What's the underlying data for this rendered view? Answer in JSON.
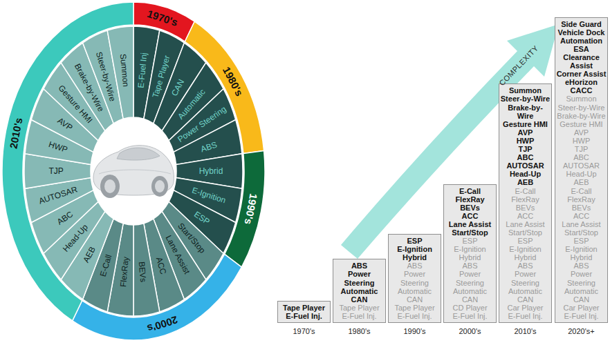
{
  "diagram": {
    "nodes": [
      {
        "text": [
          "1970's"
        ]
      },
      {
        "text": [
          "1980's"
        ]
      },
      {
        "text": [
          "1990's"
        ]
      },
      {
        "text": [
          "2000's"
        ]
      },
      {
        "text": [
          "2010's"
        ]
      },
      {
        "text": [
          "E-Fuel Inj"
        ]
      },
      {
        "text": [
          "Tape Player"
        ]
      },
      {
        "text": [
          "CAN"
        ]
      },
      {
        "text": [
          "Automatic"
        ]
      },
      {
        "text": [
          "Power Steering"
        ]
      },
      {
        "text": [
          "ABS"
        ]
      },
      {
        "text": [
          "Hybrid"
        ]
      },
      {
        "text": [
          "E-Ignition"
        ]
      },
      {
        "text": [
          "ESP"
        ]
      },
      {
        "text": [
          "Start/Stop"
        ]
      },
      {
        "text": [
          "Lane Assist"
        ]
      },
      {
        "text": [
          "ACC"
        ]
      },
      {
        "text": [
          "BEVs"
        ]
      },
      {
        "text": [
          "FlexRay"
        ]
      },
      {
        "text": [
          "E-Call"
        ]
      },
      {
        "text": [
          "AEB"
        ]
      },
      {
        "text": [
          "Head-Up"
        ]
      },
      {
        "text": [
          "ABC"
        ]
      },
      {
        "text": [
          "AUTOSAR"
        ]
      },
      {
        "text": [
          "TJP"
        ]
      },
      {
        "text": [
          "HWP"
        ]
      },
      {
        "text": [
          "AVP"
        ]
      },
      {
        "text": [
          "Gesture HMI"
        ]
      },
      {
        "text": [
          "Brake-by-Wire"
        ]
      },
      {
        "text": [
          "Steer-by-Wire"
        ]
      },
      {
        "text": [
          "Summon"
        ]
      },
      {
        "text": [
          "Tape Player",
          "E-Fuel Inj."
        ]
      },
      {
        "text": [
          "ABS",
          "Power Steering",
          "Automatic",
          "CAN",
          "Tape Player",
          "E-Fuel Inj."
        ]
      },
      {
        "text": [
          "ESP",
          "E-Ignition",
          "Hybrid",
          "ABS",
          "Power Steering",
          "Automatic",
          "CAN",
          "Tape Player",
          "E-Fuel Inj."
        ]
      },
      {
        "text": [
          "E-Call",
          "FlexRay",
          "BEVs",
          "ACC",
          "Lane Assist",
          "Start/Stop",
          "ESP",
          "E-Ignition",
          "Hybrid",
          "ABS",
          "Power Steering",
          "Automatic",
          "CAN",
          "CD Player",
          "E-Fuel Inj."
        ]
      },
      {
        "text": [
          "Summon",
          "Steer-by-Wire",
          "Brake-by-Wire",
          "Gesture HMI",
          "AVP",
          "HWP",
          "TJP",
          "ABC",
          "AUTOSAR",
          "Head-Up",
          "AEB",
          "E-Call",
          "FlexRay",
          "BEVs",
          "ACC",
          "Lane Assist",
          "Start/Stop",
          "ESP",
          "E-Ignition",
          "Hybrid",
          "ABS",
          "Power Steering",
          "Automatic",
          "CAN",
          "Car Player",
          "E-Fuel Inj."
        ]
      },
      {
        "text": [
          "Side Guard",
          "Vehicle Dock",
          "Automation",
          "ESA",
          "Clearance Assist",
          "Corner Assist",
          "eHorizon",
          "CACC",
          "Summon",
          "Steer-by-Wire",
          "Brake-by-Wire",
          "Gesture HMI",
          "AVP",
          "HWP",
          "TJP",
          "ABC",
          "AUTOSAR",
          "Head-Up",
          "AEB",
          "E-Call",
          "FlexRay",
          "BEVs",
          "ACC",
          "Lane Assist",
          "Start/Stop",
          "ESP",
          "E-Ignition",
          "Hybrid",
          "ABS",
          "Power Steering",
          "Automatic",
          "CAN",
          "Car Player",
          "E-Fuel Inj."
        ]
      }
    ],
    "labels": [
      "COMPLEXITY",
      "1970's",
      "1980's",
      "1990's",
      "2000's",
      "2010's",
      "2020's+"
    ]
  }
}
